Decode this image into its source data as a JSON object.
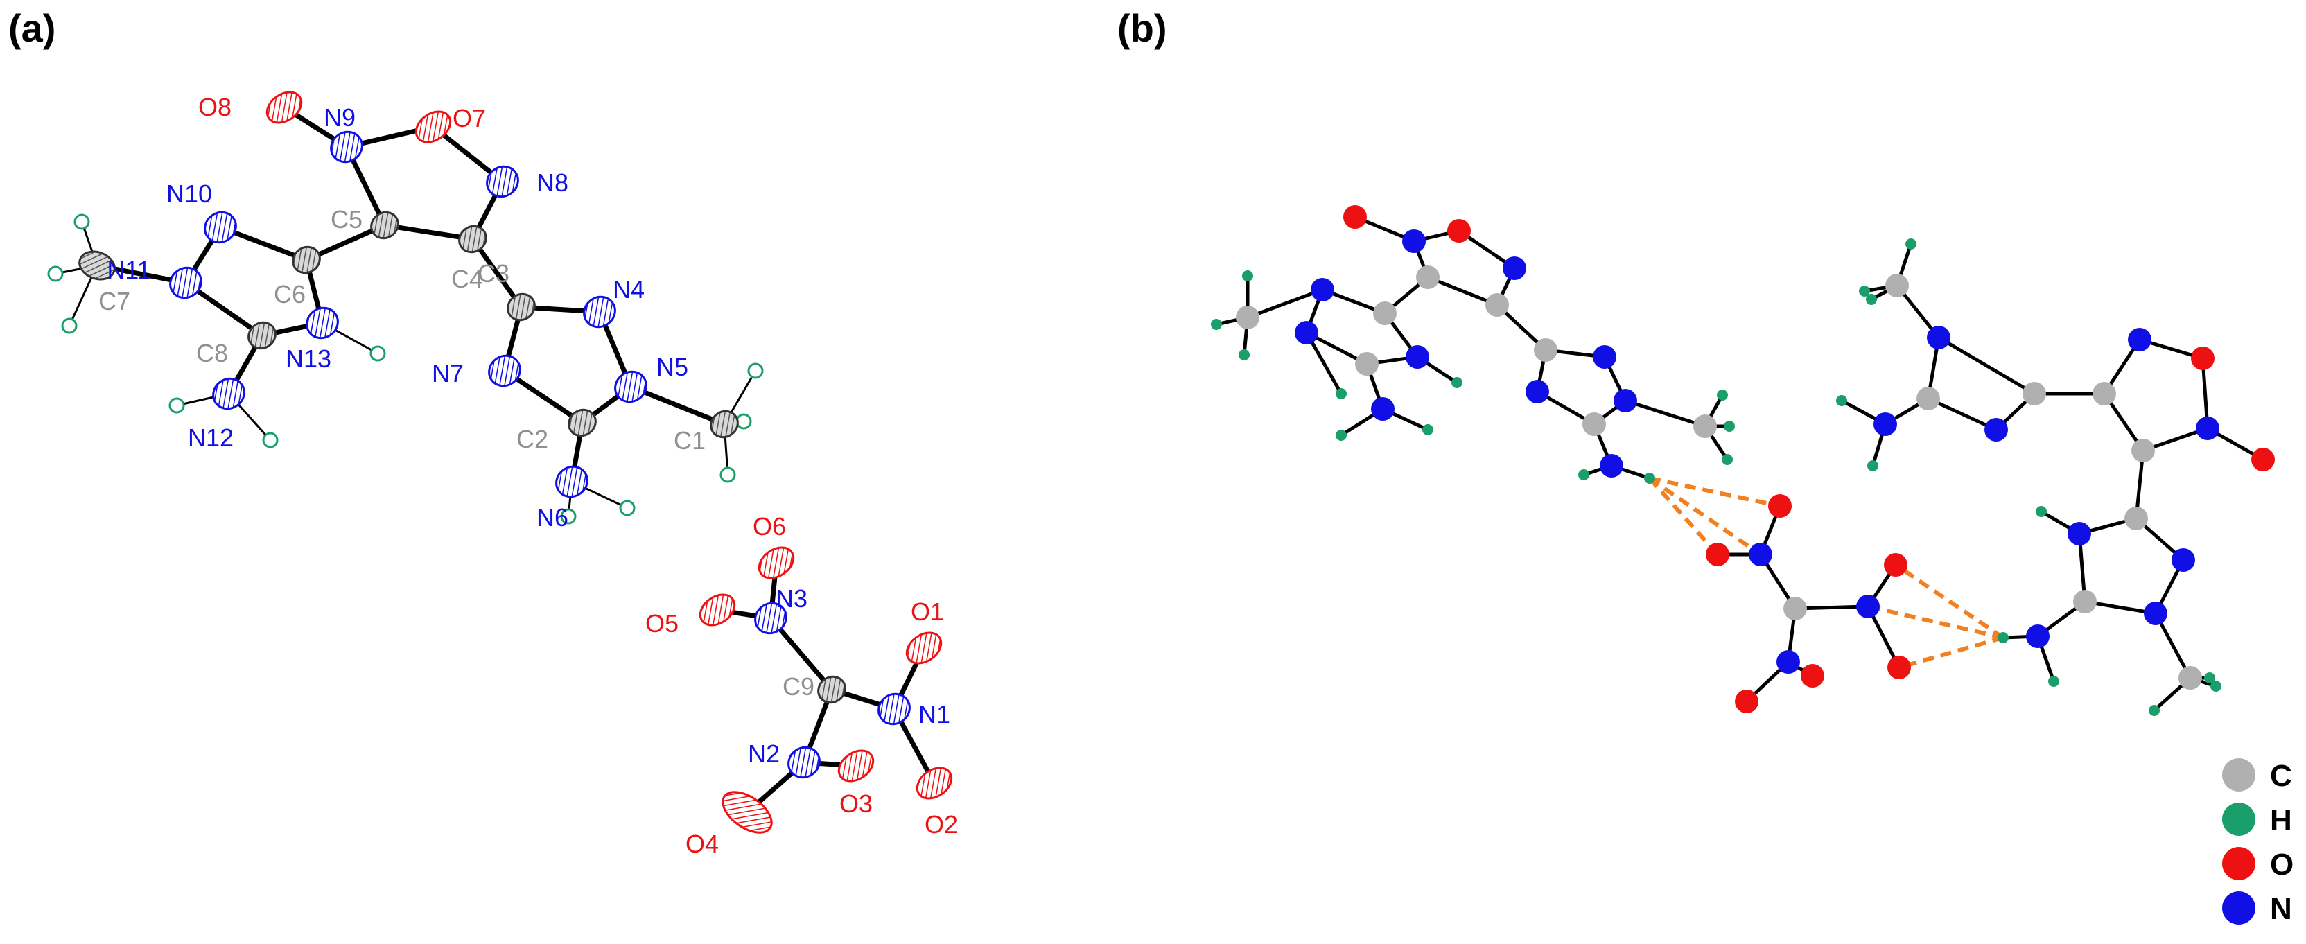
{
  "panels": [
    {
      "id": "a",
      "label": "(a)",
      "atoms": [
        {
          "label": "C1",
          "element": "C"
        },
        {
          "label": "C2",
          "element": "C"
        },
        {
          "label": "C3",
          "element": "C"
        },
        {
          "label": "C4",
          "element": "C"
        },
        {
          "label": "C5",
          "element": "C"
        },
        {
          "label": "C6",
          "element": "C"
        },
        {
          "label": "C7",
          "element": "C"
        },
        {
          "label": "C8",
          "element": "C"
        },
        {
          "label": "C9",
          "element": "C"
        },
        {
          "label": "N1",
          "element": "N"
        },
        {
          "label": "N2",
          "element": "N"
        },
        {
          "label": "N3",
          "element": "N"
        },
        {
          "label": "N4",
          "element": "N"
        },
        {
          "label": "N5",
          "element": "N"
        },
        {
          "label": "N6",
          "element": "N"
        },
        {
          "label": "N7",
          "element": "N"
        },
        {
          "label": "N8",
          "element": "N"
        },
        {
          "label": "N9",
          "element": "N"
        },
        {
          "label": "N10",
          "element": "N"
        },
        {
          "label": "N11",
          "element": "N"
        },
        {
          "label": "N12",
          "element": "N"
        },
        {
          "label": "N13",
          "element": "N"
        },
        {
          "label": "O1",
          "element": "O"
        },
        {
          "label": "O2",
          "element": "O"
        },
        {
          "label": "O3",
          "element": "O"
        },
        {
          "label": "O4",
          "element": "O"
        },
        {
          "label": "O5",
          "element": "O"
        },
        {
          "label": "O6",
          "element": "O"
        },
        {
          "label": "O7",
          "element": "O"
        },
        {
          "label": "O8",
          "element": "O"
        }
      ]
    },
    {
      "id": "b",
      "label": "(b)"
    }
  ],
  "legend": [
    {
      "element": "C",
      "label": "C",
      "color": "#b0b0b0"
    },
    {
      "element": "H",
      "label": "H",
      "color": "#1a9e6a"
    },
    {
      "element": "O",
      "label": "O",
      "color": "#ee1111"
    },
    {
      "element": "N",
      "label": "N",
      "color": "#1010e6"
    }
  ],
  "colors": {
    "carbon_label": "#909090",
    "nitrogen": "#1010e6",
    "oxygen": "#ee1111",
    "hydrogen": "#1a9e6a",
    "carbon": "#b0b0b0",
    "bond": "#000000",
    "hbond": "#f08020"
  }
}
